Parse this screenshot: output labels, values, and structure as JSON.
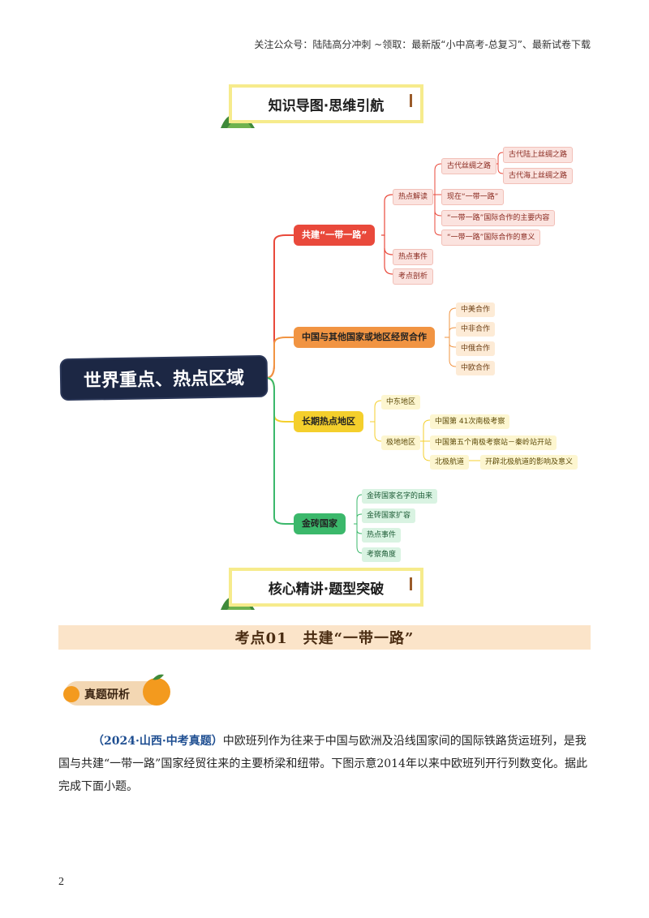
{
  "header": {
    "promo": "关注公众号：陆陆高分冲刺  ~领取：最新版“小中高考-总复习”、最新试卷下载"
  },
  "sections": {
    "mindmap_title": "知识导图·思维引航",
    "core_title": "核心精讲·题型突破"
  },
  "mindmap": {
    "root": "世界重点、热点区域",
    "branch_belt": {
      "label": "共建“一带一路”",
      "hot_read": "热点解读",
      "ancient": "古代丝绸之路",
      "land": "古代陆上丝绸之路",
      "sea": "古代海上丝绸之路",
      "modern": "现在“一带一路”",
      "content": "“一带一路”国际合作的主要内容",
      "meaning": "“一带一路”国际合作的意义",
      "events": "热点事件",
      "analysis": "考点剖析"
    },
    "branch_trade": {
      "label": "中国与其他国家或地区经贸合作",
      "items": [
        "中美合作",
        "中非合作",
        "中俄合作",
        "中欧合作"
      ]
    },
    "branch_hot": {
      "label": "长期热点地区",
      "mideast": "中东地区",
      "polar": "极地地区",
      "p1": "中国第 41次南极考察",
      "p2": "中国第五个南极考察站－秦岭站开站",
      "arctic": "北极航道",
      "arctic_sub": "开辟北极航道的影响及意义"
    },
    "branch_brics": {
      "label": "金砖国家",
      "items": [
        "金砖国家名字的由来",
        "金砖国家扩容",
        "热点事件",
        "考察角度"
      ]
    }
  },
  "band": {
    "title": "考点01　共建“一带一路”"
  },
  "pill": {
    "label": "真题研析"
  },
  "question": {
    "source": "（2024·山西·中考真题）",
    "text": "中欧班列作为往来于中国与欧洲及沿线国家间的国际铁路货运班列，是我国与共建“一带一路”国家经贸往来的主要桥梁和纽带。下图示意2014年以来中欧班列开行列数变化。据此完成下面小题。"
  },
  "page": {
    "number": "2"
  }
}
